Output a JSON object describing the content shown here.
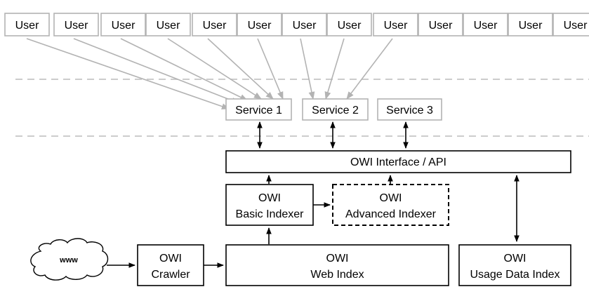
{
  "users": [
    "User",
    "User",
    "User",
    "User",
    "User",
    "User",
    "User",
    "User",
    "User",
    "User",
    "User",
    "User",
    "User"
  ],
  "services": [
    "Service 1",
    "Service 2",
    "Service 3"
  ],
  "api": "OWI Interface / API",
  "basic_indexer": [
    "OWI",
    "Basic Indexer"
  ],
  "advanced_indexer": [
    "OWI",
    "Advanced Indexer"
  ],
  "crawler": [
    "OWI",
    "Crawler"
  ],
  "web_index": [
    "OWI",
    "Web Index"
  ],
  "usage_index": [
    "OWI",
    "Usage Data Index"
  ],
  "www": "www",
  "colors": {
    "gray": "#b3b3b3",
    "dash": "#cccccc",
    "black": "#000000"
  }
}
